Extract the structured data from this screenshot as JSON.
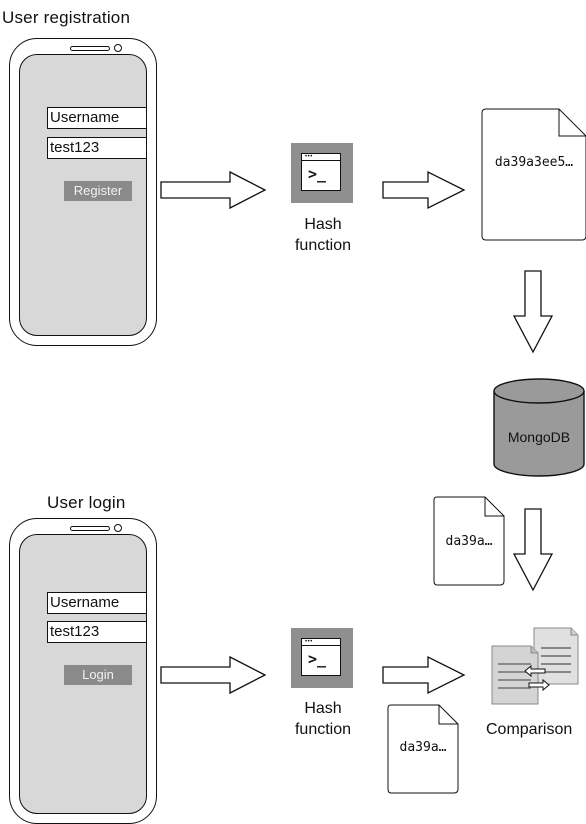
{
  "registration": {
    "title": "User registration",
    "username_field": "Username",
    "password_field": "test123",
    "button_label": "Register",
    "hash_label_line1": "Hash",
    "hash_label_line2": "function",
    "hash_output": "da39a3ee5…"
  },
  "storage": {
    "database_label": "MongoDB"
  },
  "login": {
    "title": "User login",
    "username_field": "Username",
    "password_field": "test123",
    "button_label": "Login",
    "hash_label_line1": "Hash",
    "hash_label_line2": "function",
    "stored_hash": "da39a…",
    "computed_hash": "da39a…",
    "comparison_label": "Comparison"
  },
  "icons": {
    "phone": "smartphone-icon",
    "terminal": "terminal-window-icon",
    "document": "document-icon",
    "database": "database-cylinder-icon",
    "compare": "compare-documents-icon",
    "arrow": "arrow-icon"
  },
  "colors": {
    "screen": "#d8d8d8",
    "button": "#8a8a8a",
    "terminal_bg": "#8f8f8f",
    "database_fill": "#9a9a9a"
  }
}
